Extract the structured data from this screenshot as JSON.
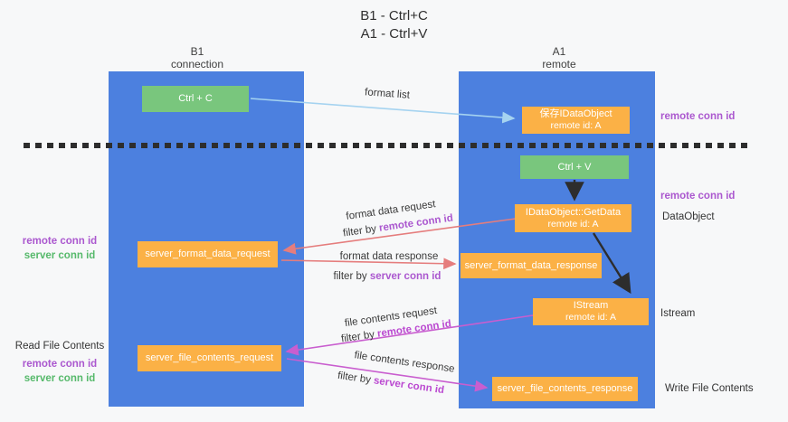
{
  "title": {
    "line1": "B1 - Ctrl+C",
    "line2": "A1 - Ctrl+V"
  },
  "columns": {
    "left": {
      "header_line1": "B1",
      "header_line2": "connection"
    },
    "right": {
      "header_line1": "A1",
      "header_line2": "remote"
    }
  },
  "nodes": {
    "ctrl_c": {
      "label": "Ctrl + C"
    },
    "ctrl_v": {
      "label": "Ctrl + V"
    },
    "save_dataobject": {
      "line1": "保存IDataObject",
      "line2": "remote id: A"
    },
    "getdata": {
      "line1": "IDataObject::GetData",
      "line2": "remote id: A"
    },
    "istream": {
      "line1": "IStream",
      "line2": "remote id: A"
    },
    "server_format_data_request": {
      "label": "server_format_data_request"
    },
    "server_format_data_response": {
      "label": "server_format_data_response"
    },
    "server_file_contents_request": {
      "label": "server_file_contents_request"
    },
    "server_file_contents_response": {
      "label": "server_file_contents_response"
    }
  },
  "arrow_labels": {
    "format_list": "format list",
    "format_data_request": "format data request",
    "format_data_response": "format data response",
    "file_contents_request": "file contents request",
    "file_contents_response": "file contents response",
    "filter_prefix": "filter by ",
    "remote_conn_id": "remote conn id",
    "server_conn_id": "server conn id"
  },
  "side_labels": {
    "right_remote_conn_top": "remote conn id",
    "right_remote_conn_mid": "remote conn id",
    "dataobject": "DataObject",
    "istream": "Istream",
    "write_file_contents": "Write File Contents",
    "left_remote_conn_1": "remote conn id",
    "left_server_conn_1": "server conn id",
    "read_file_contents": "Read File Contents",
    "left_remote_conn_2": "remote conn id",
    "left_server_conn_2": "server conn id"
  },
  "colors": {
    "column_blue": "#4c80df",
    "node_green": "#79c67d",
    "node_orange": "#fbb146",
    "arrow_light_blue": "#a5d3f0",
    "arrow_salmon": "#e57d7d",
    "arrow_magenta": "#c95ecf",
    "arrow_black": "#2d2d2d",
    "text_purple": "#ab58cf",
    "text_green": "#56b96b",
    "text_magenta": "#bb4ad1",
    "background": "#f7f8f9"
  }
}
